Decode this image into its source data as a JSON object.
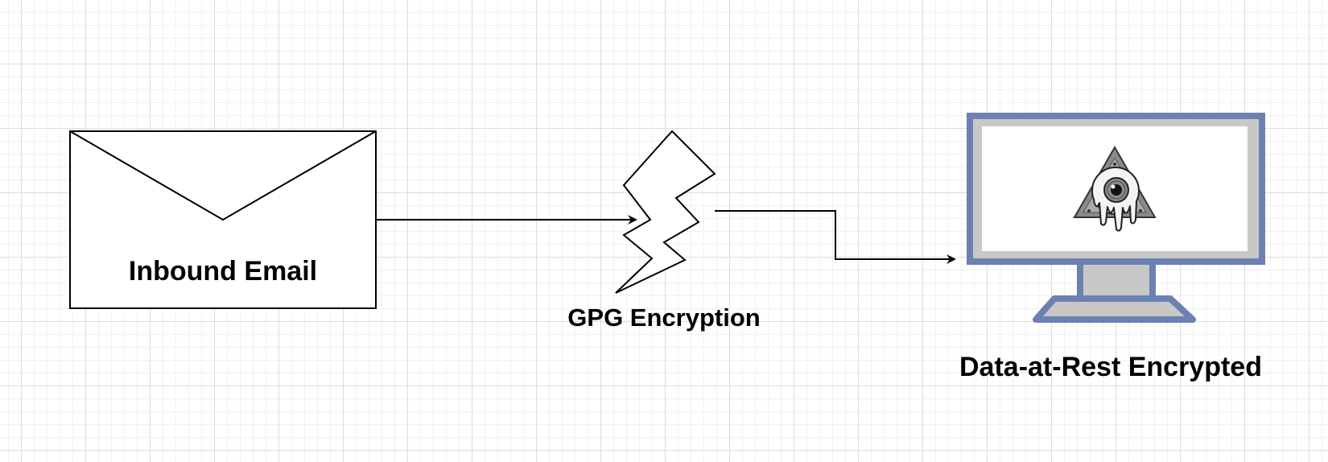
{
  "diagram": {
    "nodes": [
      {
        "id": "inbound-email",
        "shape": "envelope",
        "label": "Inbound Email"
      },
      {
        "id": "gpg-encryption",
        "shape": "lightning-bolt",
        "label": "GPG Encryption"
      },
      {
        "id": "data-at-rest",
        "shape": "monitor",
        "label": "Data-at-Rest Encrypted",
        "screen_image": "eye-in-triangle-icon"
      }
    ],
    "edges": [
      {
        "from": "inbound-email",
        "to": "gpg-encryption",
        "style": "straight-arrow"
      },
      {
        "from": "gpg-encryption",
        "to": "data-at-rest",
        "style": "orthogonal-arrow"
      }
    ],
    "colors": {
      "stroke": "#000000",
      "monitor_frame": "#6c80b2",
      "monitor_inner": "#c8c8c8",
      "screen": "#ffffff"
    }
  }
}
